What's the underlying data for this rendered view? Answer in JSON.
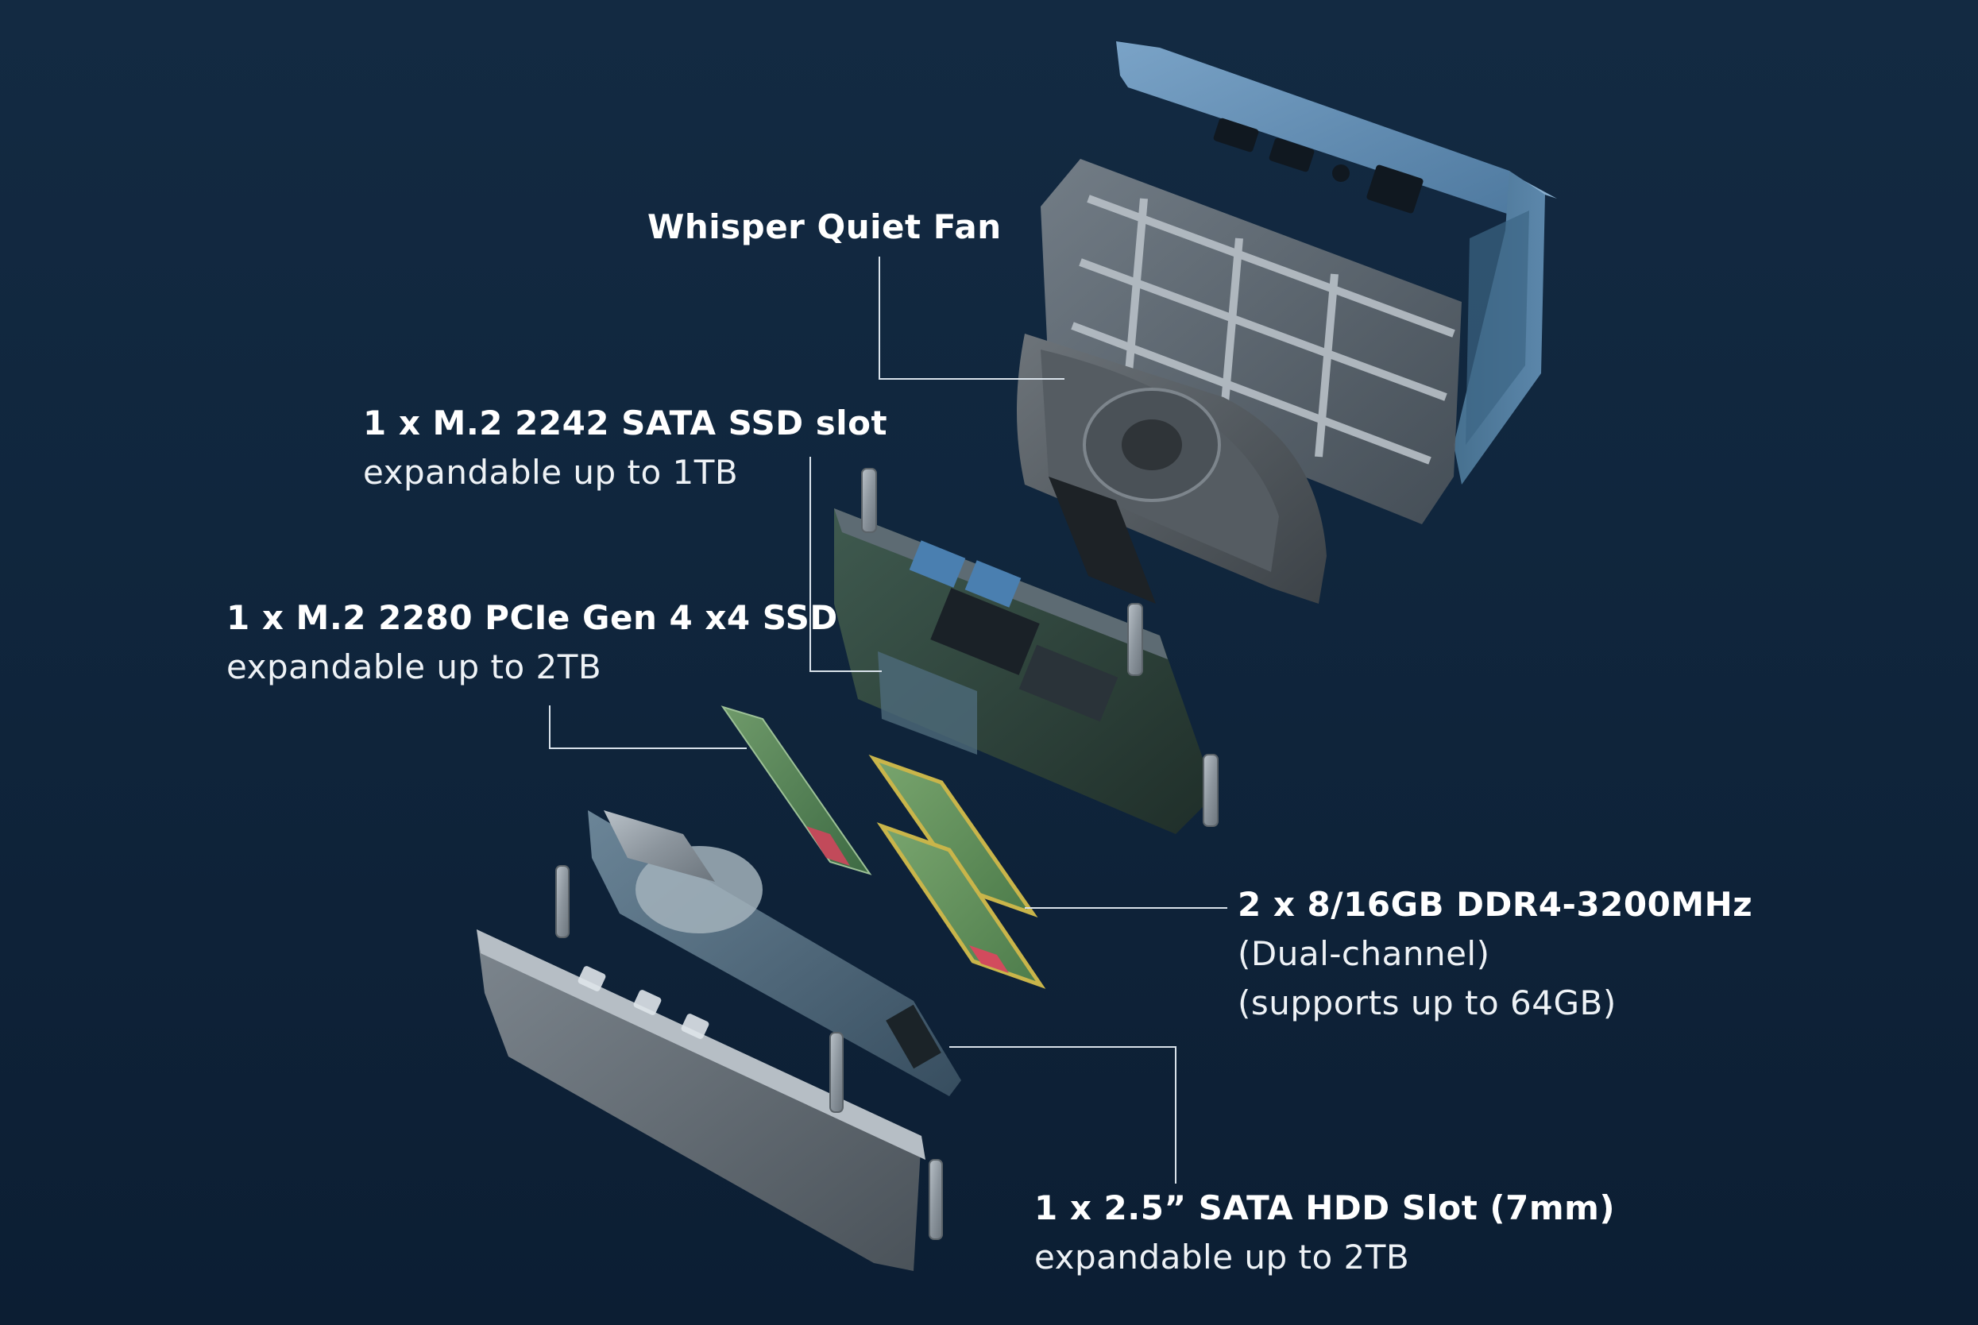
{
  "callouts": {
    "fan": {
      "title": "Whisper Quiet Fan"
    },
    "sata_ssd": {
      "title": "1 x M.2 2242 SATA SSD slot",
      "detail": "expandable up to 1TB"
    },
    "pcie_ssd": {
      "title": "1 x M.2 2280 PCIe Gen 4 x4 SSD",
      "detail": "expandable up to 2TB"
    },
    "ram": {
      "title": "2 x 8/16GB DDR4-3200MHz",
      "detail_1": "(Dual-channel)",
      "detail_2": "(supports up to 64GB)"
    },
    "hdd": {
      "title": "1 x 2.5” SATA HDD Slot (7mm)",
      "detail": "expandable up to 2TB"
    }
  },
  "product": {
    "case_color": "#5a86ad",
    "background_color": "#0f243a",
    "leader_line_color": "#d9e2ea"
  }
}
